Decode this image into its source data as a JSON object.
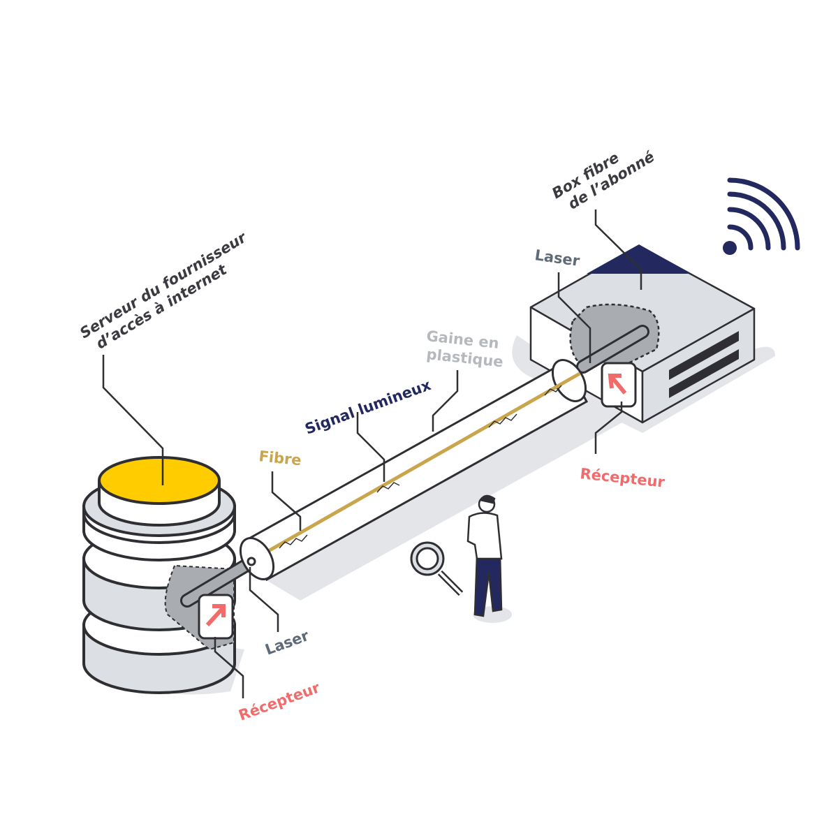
{
  "labels": {
    "server_line1": "Serveur du fournisseur",
    "server_line2": "d’accès à internet",
    "box_line1": "Box fibre",
    "box_line2": "de l’abonné",
    "laser_box": "Laser",
    "laser_server": "Laser",
    "sheath_line1": "Gaine en",
    "sheath_line2": "plastique",
    "signal": "Signal lumineux",
    "fibre": "Fibre",
    "receiver_box": "Récepteur",
    "receiver_server": "Récepteur"
  },
  "colors": {
    "navy": "#23295e",
    "yellow": "#ffcc00",
    "fibre": "#c9a54c",
    "red": "#f26b6b",
    "gray_light": "#dcdfe3",
    "gray_mid": "#a9adb2",
    "label_gray": "#5f6b78",
    "sheath_label": "#b5b9be",
    "outline": "#2e2e33"
  },
  "icons": [
    "wifi-icon",
    "magnifier-icon",
    "receiver-arrow-icon"
  ]
}
